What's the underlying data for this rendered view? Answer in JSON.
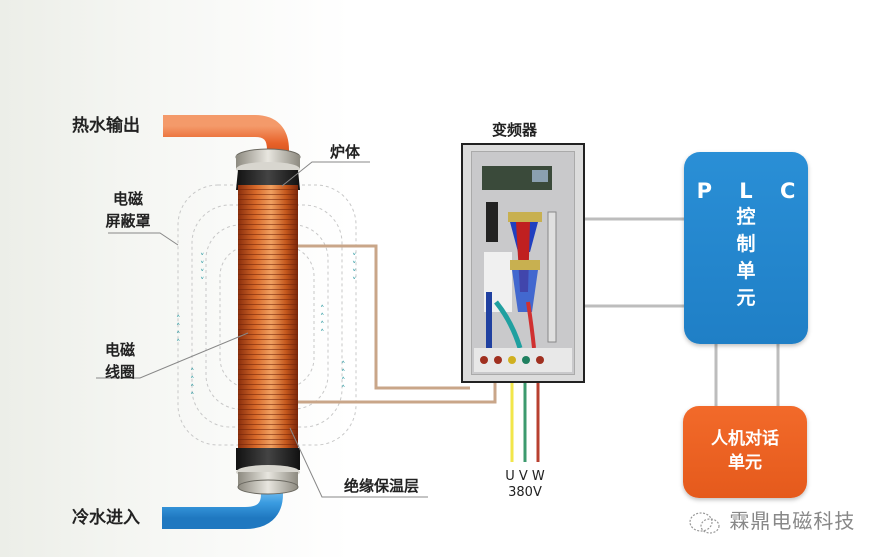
{
  "diagram": {
    "title": "Electromagnetic induction water heater system",
    "labels": {
      "hot_water_out": "热水输出",
      "furnace_body": "炉体",
      "em_shield_line1": "电磁",
      "em_shield_line2": "屏蔽罩",
      "em_coil_line1": "电磁",
      "em_coil_line2": "线圈",
      "insulation_layer": "绝缘保温层",
      "cold_water_in": "冷水进入",
      "inverter": "变频器",
      "phase_uvw": "U V W",
      "voltage": "380V"
    },
    "plc_unit": {
      "line1": "P L C",
      "line2": "控",
      "line3": "制",
      "line4": "单",
      "line5": "元"
    },
    "hmi_unit": {
      "line1": "人机对话",
      "line2": "单元"
    },
    "watermark": {
      "icon": "wechat-icon",
      "text": "霖鼎电磁科技"
    },
    "colors": {
      "hot_pipe": "#e8622a",
      "cold_pipe": "#3a9be0",
      "coil_copper": "#c4571c",
      "plc_blue": "#2587d0",
      "hmi_orange": "#ee6424",
      "wire_u": "#f2e64a",
      "wire_v": "#3c9a6e",
      "wire_w": "#b84030",
      "connector_tan": "#c9a689",
      "connector_gray": "#b8b8b8"
    }
  }
}
